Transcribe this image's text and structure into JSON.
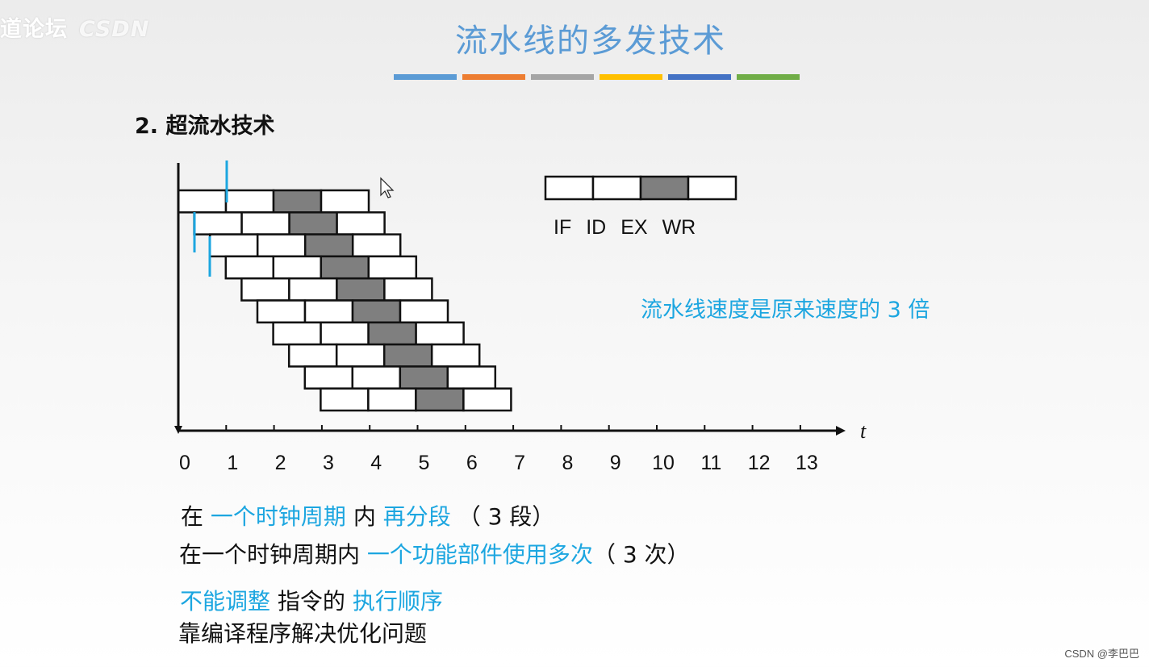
{
  "watermark": {
    "left": "道论坛",
    "right": "CSDN"
  },
  "title": "流水线的多发技术",
  "color_bars": [
    "#5b9bd5",
    "#ed7d31",
    "#a5a5a5",
    "#ffc000",
    "#4472c4",
    "#70ad47"
  ],
  "section_heading": "2. 超流水技术",
  "legend": {
    "stages": [
      "IF",
      "ID",
      "EX",
      "WR"
    ],
    "highlight_stage": "EX"
  },
  "speed_note": "流水线速度是原来速度的 3 倍",
  "timeline": {
    "ticks": [
      "0",
      "1",
      "2",
      "3",
      "4",
      "5",
      "6",
      "7",
      "8",
      "9",
      "10",
      "11",
      "12",
      "13"
    ],
    "axis_label": "t",
    "instruction_count": 10,
    "stage_count": 4,
    "highlight_stage_index": 2,
    "issue_interval_cycles": 0.3333
  },
  "notes": {
    "line1": {
      "a": "在",
      "b": "一个时钟周期",
      "c": "内",
      "d": "再分段",
      "e": "（ 3 段）"
    },
    "line2": {
      "a": "在一个时钟周期内",
      "b": "一个功能部件使用多次",
      "c": "（ 3 次）"
    },
    "line3": {
      "a": "不能调整",
      "b": "指令的",
      "c": "执行顺序"
    },
    "line4": "靠编译程序解决优化问题"
  },
  "footer_credit": "CSDN @李巴巴"
}
